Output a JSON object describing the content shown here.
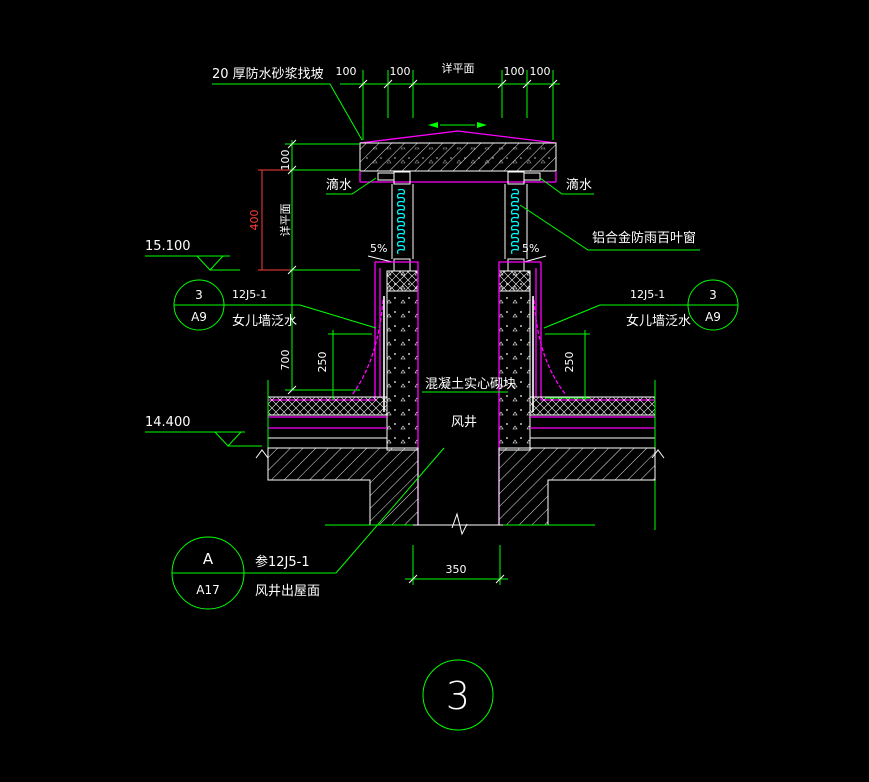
{
  "top_dims": {
    "d1": "100",
    "d2": "100",
    "mid": "详平面",
    "d3": "100",
    "d4": "100"
  },
  "labels": {
    "mortar_slope": "20 厚防水砂浆找坡",
    "drip_left": "滴水",
    "drip_right": "滴水",
    "louver": "铝合金防雨百叶窗",
    "slope_left": "5%",
    "slope_right": "5%",
    "concrete_block": "混凝土实心砌块",
    "shaft": "风井",
    "ref_left": "12J5-1",
    "ref_right": "12J5-1",
    "parapet_left": "女儿墙泛水",
    "parapet_right": "女儿墙泛水",
    "ref_main": "参12J5-1",
    "shaft_roof": "风井出屋面"
  },
  "elevations": {
    "upper": "15.100",
    "lower": "14.400"
  },
  "vertical_dims": {
    "top": "100",
    "red": "400",
    "detail": "详平面",
    "lower": "700",
    "left_250": "250",
    "right_250": "250"
  },
  "bottom_dim": "350",
  "callouts": {
    "left": {
      "num": "3",
      "sheet": "A9"
    },
    "right": {
      "num": "3",
      "sheet": "A9"
    },
    "main": {
      "num": "A",
      "sheet": "A17"
    },
    "drawing_number": "3"
  },
  "colors": {
    "background": "#000000",
    "line_green": "#00ff00",
    "line_magenta": "#ff00ff",
    "line_cyan": "#00ffff",
    "line_red": "#ff3b3b",
    "text": "#ffffff"
  }
}
